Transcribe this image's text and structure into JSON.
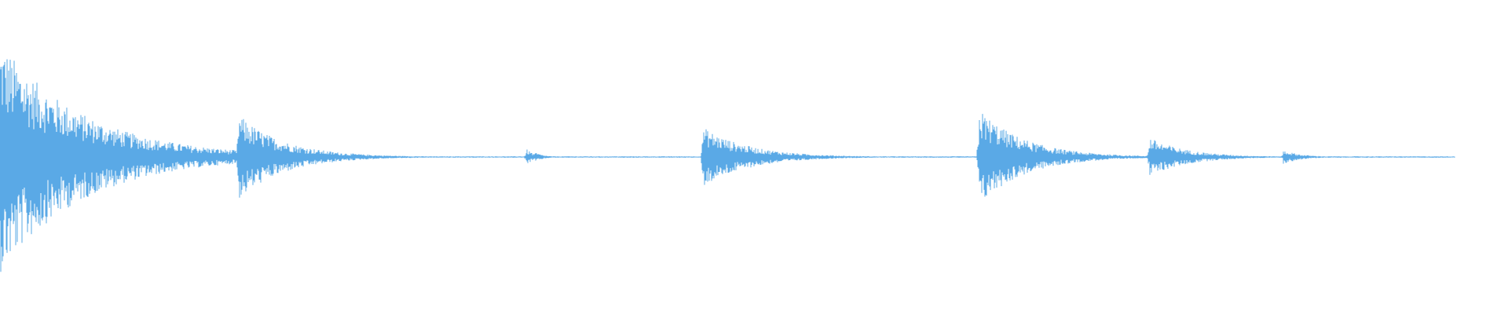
{
  "waveform": {
    "color": "#5aa9e6",
    "background": "#ffffff",
    "duration_fraction": 0.98,
    "events": [
      {
        "position": 0.0,
        "amplitude": 1.0,
        "decay": 0.055
      },
      {
        "position": 0.158,
        "amplitude": 0.37,
        "decay": 0.03
      },
      {
        "position": 0.349,
        "amplitude": 0.07,
        "decay": 0.006
      },
      {
        "position": 0.355,
        "amplitude": 0.04,
        "decay": 0.006
      },
      {
        "position": 0.466,
        "amplitude": 0.26,
        "decay": 0.03
      },
      {
        "position": 0.649,
        "amplitude": 0.42,
        "decay": 0.03
      },
      {
        "position": 0.762,
        "amplitude": 0.17,
        "decay": 0.025
      },
      {
        "position": 0.851,
        "amplitude": 0.06,
        "decay": 0.012
      }
    ],
    "noise_floor": 0.006
  }
}
